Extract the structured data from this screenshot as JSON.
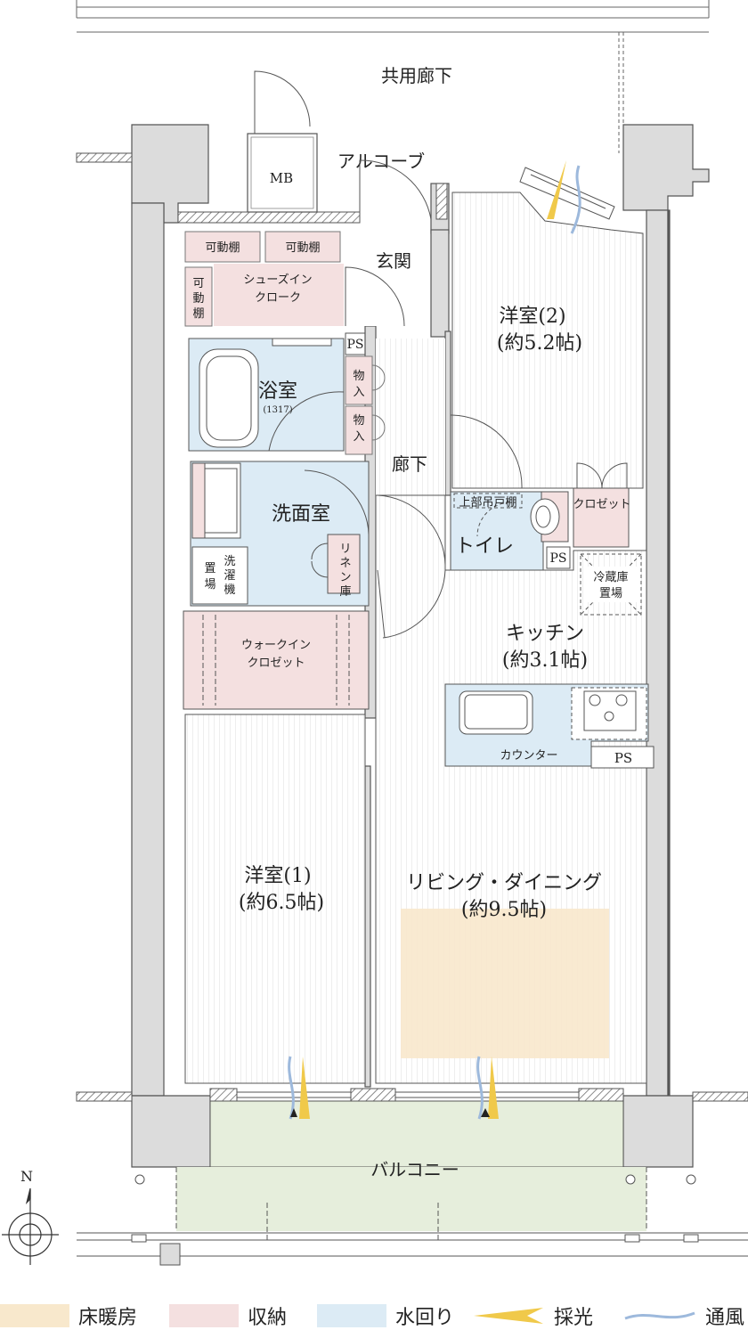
{
  "labels": {
    "corridor": "共用廊下",
    "alcove": "アルコーブ",
    "mb": "MB",
    "entrance": "玄関",
    "shelf_a": "可動棚",
    "shelf_b": "可動棚",
    "shelf_side": [
      "可",
      "動",
      "棚"
    ],
    "shoes_closet": [
      "シューズイン",
      "クローク"
    ],
    "ps_upper": "PS",
    "storage_1": [
      "物",
      "入"
    ],
    "storage_2": [
      "物",
      "入"
    ],
    "bath": "浴室",
    "bath_size": "(1317)",
    "hallway": "廊下",
    "washroom": "洗面室",
    "linen": [
      "リ",
      "ネ",
      "ン",
      "庫"
    ],
    "washer": [
      "洗",
      "濯",
      "機"
    ],
    "washer_place": [
      "置",
      "場"
    ],
    "walkin": [
      "ウォークイン",
      "クロゼット"
    ],
    "room2": [
      "洋室(2)",
      "(約5.2帖)"
    ],
    "upper_shelf": "上部吊戸棚",
    "toilet": "トイレ",
    "ps_toilet": "PS",
    "closet": "クロゼット",
    "fridge": [
      "冷蔵庫",
      "置場"
    ],
    "kitchen": [
      "キッチン",
      "(約3.1帖)"
    ],
    "counter": "カウンター",
    "ps_kitchen": "PS",
    "room1": [
      "洋室(1)",
      "(約6.5帖)"
    ],
    "living": [
      "リビング・ダイニング",
      "(約9.5帖)"
    ],
    "balcony": "バルコニー",
    "north": "N"
  },
  "legend": [
    {
      "label": "床暖房",
      "color": "#f8e8cc"
    },
    {
      "label": "収納",
      "color": "#f4e0e0"
    },
    {
      "label": "水回り",
      "color": "#dcebf5"
    },
    {
      "label": "採光",
      "color": "#f0c94a"
    },
    {
      "label": "通風",
      "color": "#9db9dc"
    }
  ],
  "colors": {
    "wall": "#dcdcdc",
    "wall_stroke": "#555555",
    "storage": "#f4e0e0",
    "water": "#dcebf5",
    "floor_heat": "#f8e8cc",
    "balcony": "#e6eedc",
    "light": "#f0c94a",
    "wind": "#9db9dc"
  }
}
